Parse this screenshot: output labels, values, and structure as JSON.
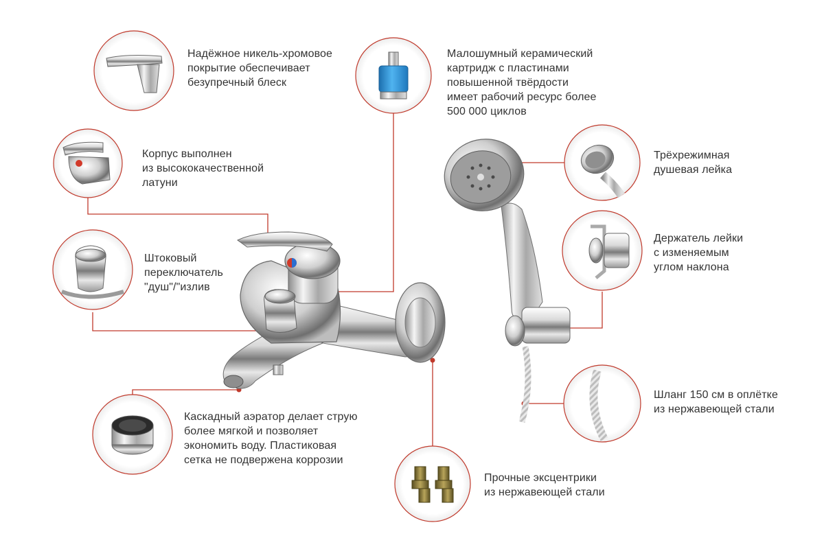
{
  "colors": {
    "accent": "#c0392b",
    "text": "#333333",
    "chrome_light": "#f4f4f4",
    "chrome_mid": "#b8b8b8",
    "chrome_dark": "#5e5e5e",
    "cartridge_blue": "#2a8fd6",
    "brass": "#8a7a3a"
  },
  "features": [
    {
      "id": "coating",
      "icon": "chrome-handle-icon",
      "text": "Надёжное никель-хромовое\nпокрытие обеспечивает\nбезупречный блеск"
    },
    {
      "id": "cartridge",
      "icon": "ceramic-cartridge-icon",
      "text": "Малошумный керамический\nкартридж с пластинами\nповышенной твёрдости\nимеет рабочий ресурс более\n500 000 циклов"
    },
    {
      "id": "body",
      "icon": "brass-body-icon",
      "text": "Корпус выполнен\nиз высококачественной\nлатуни"
    },
    {
      "id": "switch",
      "icon": "diverter-knob-icon",
      "text": "Штоковый\nпереключатель\n\"душ\"/\"излив"
    },
    {
      "id": "aerator",
      "icon": "aerator-icon",
      "text": "Каскадный аэратор делает струю\nболее мягкой и позволяет\nэкономить воду. Пластиковая\nсетка не подвержена коррозии"
    },
    {
      "id": "eccentrics",
      "icon": "eccentric-fittings-icon",
      "text": "Прочные эксцентрики\nиз нержавеющей стали"
    },
    {
      "id": "showerhead",
      "icon": "shower-head-icon",
      "text": "Трёхрежимная\nдушевая лейка"
    },
    {
      "id": "holder",
      "icon": "shower-holder-icon",
      "text": "Держатель  лейки\nс изменяемым\nуглом наклона"
    },
    {
      "id": "hose",
      "icon": "braided-hose-icon",
      "text": "Шланг 150 см в оплётке\nиз нержавеющей стали"
    }
  ]
}
